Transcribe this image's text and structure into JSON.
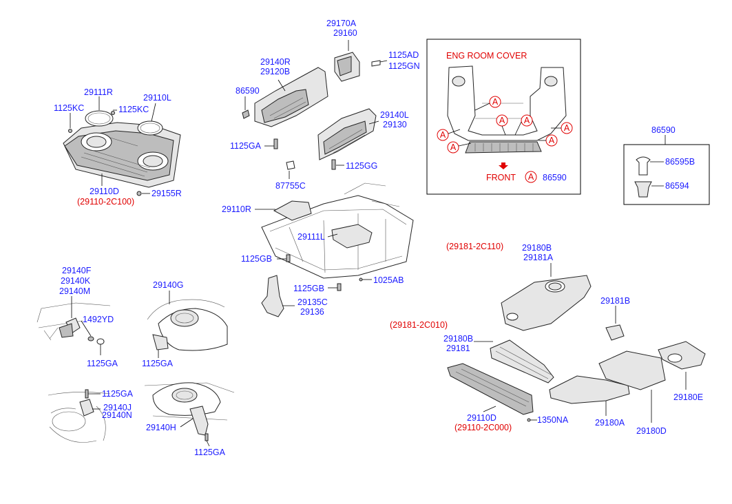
{
  "colors": {
    "part_number": "#1a1aff",
    "alternate_number": "#e00000",
    "outline": "#222222"
  },
  "labels": {
    "l_29170A": "29170A",
    "l_29160": "29160",
    "l_1125AD": "1125AD",
    "l_1125GN": "1125GN",
    "l_29140R": "29140R",
    "l_29120B": "29120B",
    "l_86590a": "86590",
    "l_29111R": "29111R",
    "l_29110L": "29110L",
    "l_1125KC_a": "1125KC",
    "l_1125KC_b": "1125KC",
    "l_1125GA_a": "1125GA",
    "l_29140L": "29140L",
    "l_29130": "29130",
    "l_1125GG": "1125GG",
    "l_87755C": "87755C",
    "l_29110D_a": "29110D",
    "l_29110_2C100": "(29110-2C100)",
    "l_29155R": "29155R",
    "l_29110R": "29110R",
    "l_29111L": "29111L",
    "l_1125GB_a": "1125GB",
    "l_1125GB_b": "1125GB",
    "l_1025AB": "1025AB",
    "l_29135C": "29135C",
    "l_29136": "29136",
    "l_29140F": "29140F",
    "l_29140K": "29140K",
    "l_29140M": "29140M",
    "l_1492YD": "1492YD",
    "l_1125GA_b": "1125GA",
    "l_29140G": "29140G",
    "l_1125GA_c": "1125GA",
    "l_1125GA_d": "1125GA",
    "l_29140J": "29140J",
    "l_29140N": "29140N",
    "l_29140H": "29140H",
    "l_1125GA_e": "1125GA",
    "l_86590b": "86590",
    "l_86595B": "86595B",
    "l_86594": "86594",
    "l_29181_2C110": "(29181-2C110)",
    "l_29180B_a": "29180B",
    "l_29181A": "29181A",
    "l_29181B": "29181B",
    "l_29181_2C010": "(29181-2C010)",
    "l_29180B_b": "29180B",
    "l_29181": "29181",
    "l_29110D_b": "29110D",
    "l_29110_2C000": "(29110-2C000)",
    "l_1350NA": "1350NA",
    "l_29180A": "29180A",
    "l_29180D": "29180D",
    "l_29180E": "29180E"
  },
  "eng_room_cover": {
    "title": "ENG  ROOM  COVER",
    "front": "FRONT",
    "marker": "A",
    "marker_part": "86590"
  }
}
